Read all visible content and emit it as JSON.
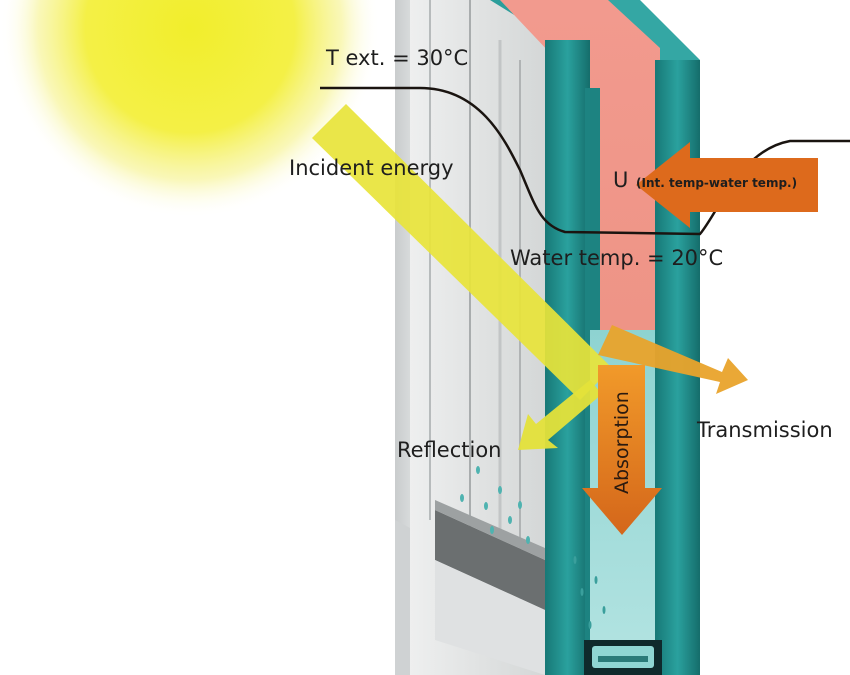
{
  "labels": {
    "t_ext": "T ext. = 30°C",
    "incident": "Incident energy",
    "u_symbol": "U",
    "u_detail": "(Int. temp-water temp.)",
    "water_temp": "Water temp. = 20°C",
    "absorption": "Absorption",
    "reflection": "Reflection",
    "transmission": "Transmission"
  },
  "icons": {
    "sun": "sun-icon"
  },
  "colors": {
    "sun": "#f4ef3a",
    "incident_arrow": "#e6e233",
    "heat_arrow": "#de6a1c",
    "absorption_arrow": "#e07a1e",
    "transmission_arrow": "#eaa42a",
    "water": "#ef9a8c",
    "glass_teal": "#1e8c8a",
    "frame_gray": "#d8dadb"
  }
}
